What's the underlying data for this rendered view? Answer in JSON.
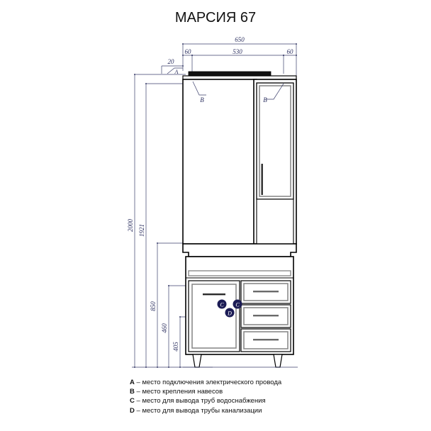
{
  "title": "МАРСИЯ 67",
  "dimensions": {
    "overall_width": "650",
    "left_width": "60",
    "center_width": "530",
    "right_width": "60",
    "depth_top": "20",
    "overall_height": "2000",
    "mirror_height": "1921",
    "vanity_height": "850",
    "drawer_mid_height": "460",
    "drawer_low_height": "405"
  },
  "callouts": {
    "a": "A",
    "b_left": "B",
    "b_right": "B",
    "c_left": "C",
    "c_right": "C",
    "d": "D"
  },
  "legend": {
    "a_key": "A",
    "a_text": "– место подключения электрического провода",
    "b_key": "B",
    "b_text": "– место крепления навесов",
    "c_key": "C",
    "c_text": "– место для вывода труб водоснабжения",
    "d_key": "D",
    "d_text": "– место для вывода трубы канализации"
  },
  "colors": {
    "outline": "#000000",
    "dimension": "#3b3f6b",
    "callout_fill": "#1b1b55",
    "panel_fill": "#ffffff",
    "lamp_fill": "#111111",
    "handle_fill": "#333333",
    "inner_frame": "#8a8a8a"
  }
}
